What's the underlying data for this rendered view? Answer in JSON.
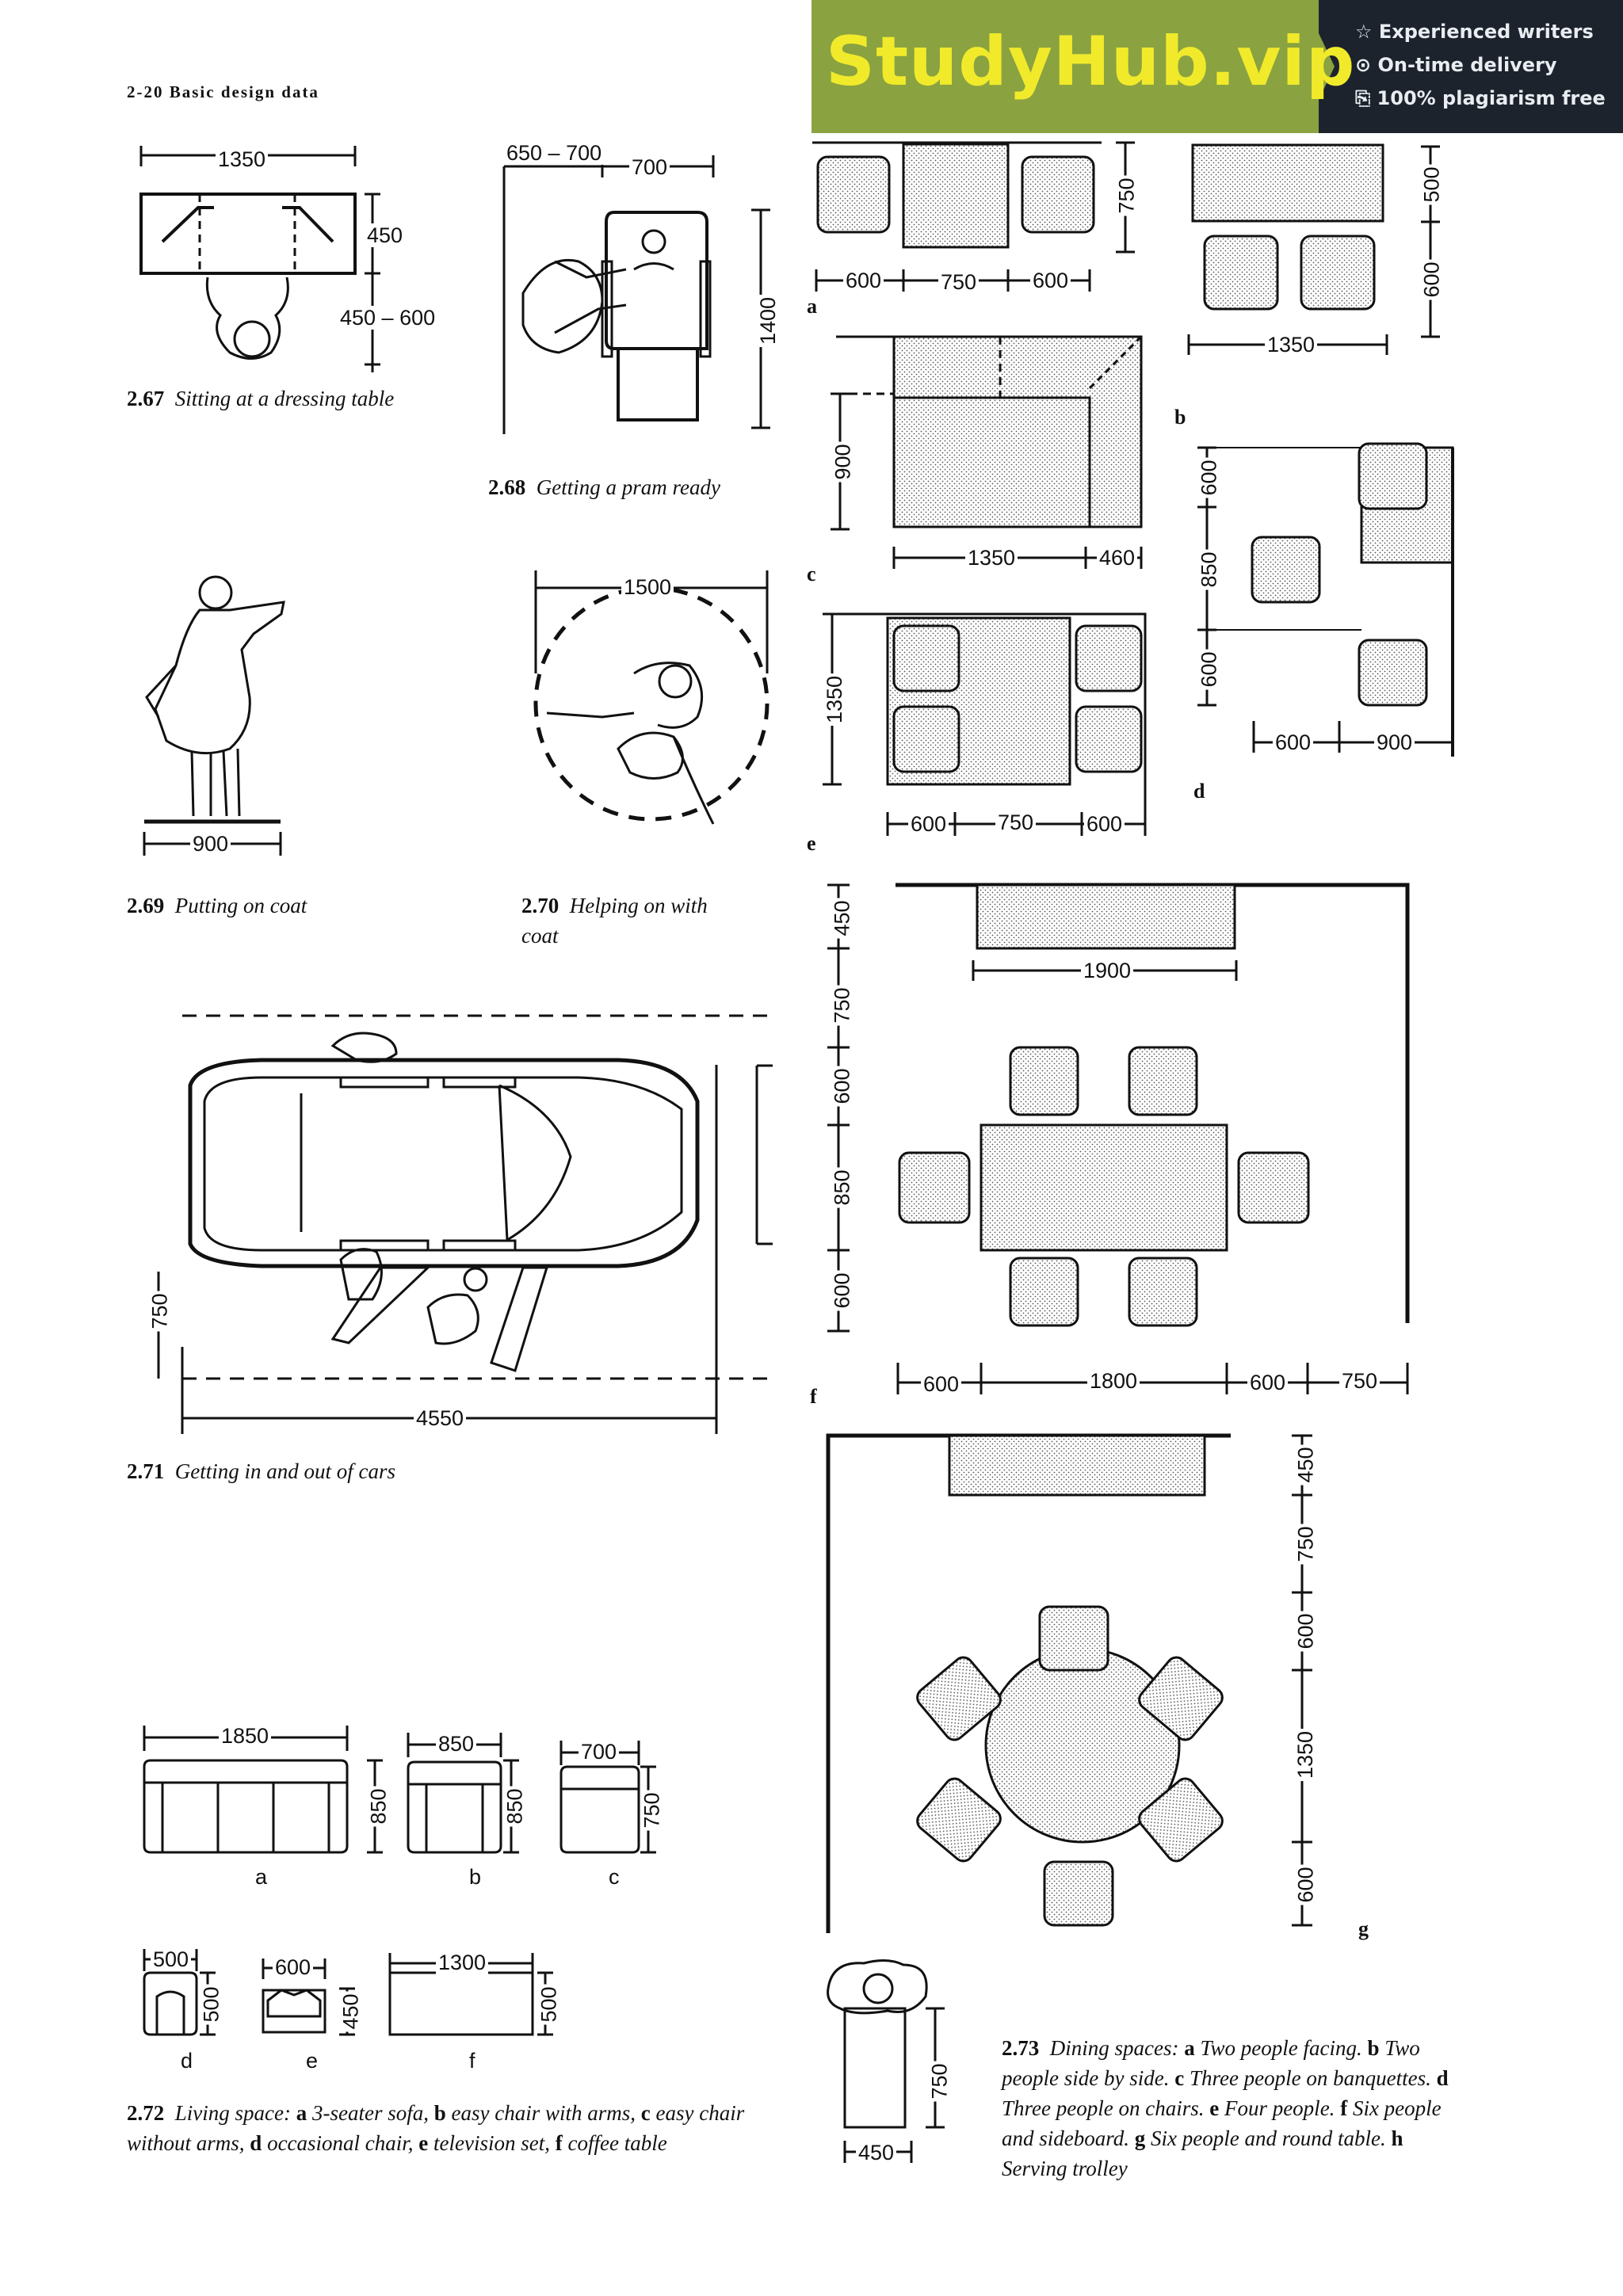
{
  "header": "2-20 Basic design data",
  "ad": {
    "logo": "StudyHub.vip",
    "features": [
      "☆ Experienced writers",
      "⊙ On-time delivery",
      "⎘ 100% plagiarism free"
    ],
    "colors": {
      "green": "#8aa240",
      "dark": "#1c232c",
      "logo": "#f1ea2b"
    }
  },
  "figures": {
    "f267": {
      "num": "2.67",
      "caption": "Sitting at a dressing table",
      "dims": [
        "1350",
        "450",
        "450 – 600"
      ]
    },
    "f268": {
      "num": "2.68",
      "caption": "Getting a pram ready",
      "dims": [
        "650 – 700",
        "700",
        "1400"
      ]
    },
    "f269": {
      "num": "2.69",
      "caption": "Putting on coat",
      "dims": [
        "900"
      ]
    },
    "f270": {
      "num": "2.70",
      "caption": "Helping on with coat",
      "dims": [
        "1500"
      ]
    },
    "f271": {
      "num": "2.71",
      "caption": "Getting in and out of cars",
      "dims": [
        "750",
        "4550"
      ]
    },
    "f272": {
      "num": "2.72",
      "caption_parts": [
        {
          "t": "Living space: ",
          "s": "i"
        },
        {
          "t": "a",
          "s": "b"
        },
        {
          "t": " 3-seater sofa, ",
          "s": "i"
        },
        {
          "t": "b",
          "s": "b"
        },
        {
          "t": " easy chair with arms, ",
          "s": "i"
        },
        {
          "t": "c",
          "s": "b"
        },
        {
          "t": " easy chair without arms, ",
          "s": "i"
        },
        {
          "t": "d",
          "s": "b"
        },
        {
          "t": " occasional chair, ",
          "s": "i"
        },
        {
          "t": "e",
          "s": "b"
        },
        {
          "t": " television set, ",
          "s": "i"
        },
        {
          "t": "f",
          "s": "b"
        },
        {
          "t": " coffee table",
          "s": "i"
        }
      ],
      "items": [
        {
          "label": "a",
          "w": "1850",
          "d": "850"
        },
        {
          "label": "b",
          "w": "850",
          "d": "850"
        },
        {
          "label": "c",
          "w": "700",
          "d": "750"
        },
        {
          "label": "d",
          "w": "500",
          "d": "500"
        },
        {
          "label": "e",
          "w": "600",
          "d": "450"
        },
        {
          "label": "f",
          "w": "1300",
          "d": "500"
        }
      ]
    },
    "f273": {
      "num": "2.73",
      "caption_parts": [
        {
          "t": "Dining spaces: ",
          "s": "i"
        },
        {
          "t": "a",
          "s": "b"
        },
        {
          "t": " Two people facing. ",
          "s": "i"
        },
        {
          "t": "b",
          "s": "b"
        },
        {
          "t": " Two people side by side. ",
          "s": "i"
        },
        {
          "t": "c",
          "s": "b"
        },
        {
          "t": " Three people on banquettes. ",
          "s": "i"
        },
        {
          "t": "d",
          "s": "b"
        },
        {
          "t": " Three people on chairs. ",
          "s": "i"
        },
        {
          "t": "e",
          "s": "b"
        },
        {
          "t": " Four people. ",
          "s": "i"
        },
        {
          "t": "f",
          "s": "b"
        },
        {
          "t": " Six people and sideboard. ",
          "s": "i"
        },
        {
          "t": "g",
          "s": "b"
        },
        {
          "t": " Six people and round table. ",
          "s": "i"
        },
        {
          "t": "h",
          "s": "b"
        },
        {
          "t": " Serving trolley",
          "s": "i"
        }
      ],
      "a": {
        "letter": "a",
        "dims": [
          "600",
          "750",
          "600",
          "750"
        ]
      },
      "b": {
        "letter": "b",
        "dims": [
          "500",
          "600",
          "1350"
        ]
      },
      "c": {
        "letter": "c",
        "dims": [
          "900",
          "1350",
          "460"
        ]
      },
      "d": {
        "letter": "d",
        "dims": [
          "600",
          "850",
          "600",
          "600",
          "900"
        ]
      },
      "e": {
        "letter": "e",
        "dims": [
          "1350",
          "600",
          "750",
          "600"
        ]
      },
      "f": {
        "letter": "f",
        "dims": [
          "450",
          "750",
          "600",
          "850",
          "600",
          "1900",
          "600",
          "1800",
          "600",
          "750"
        ]
      },
      "g": {
        "letter": "g",
        "dims": [
          "450",
          "750",
          "600",
          "1350",
          "600"
        ]
      },
      "h": {
        "dims": [
          "750",
          "450"
        ]
      }
    }
  }
}
